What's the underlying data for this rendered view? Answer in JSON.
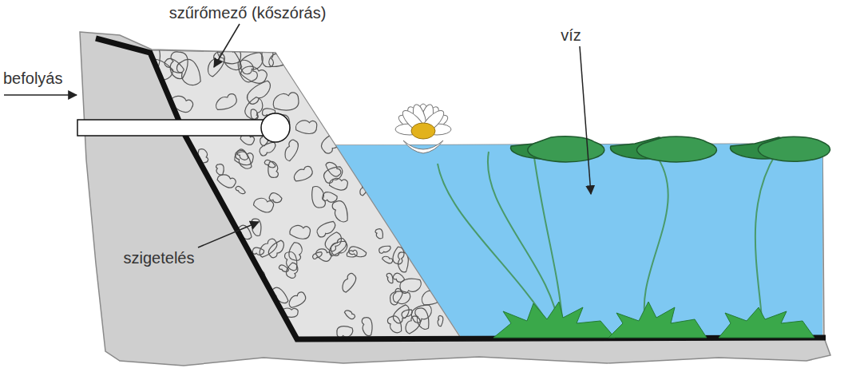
{
  "diagram": {
    "labels": [
      "szűrőmező (kőszórás)",
      "víz",
      "befolyás",
      "szigetelés"
    ]
  }
}
